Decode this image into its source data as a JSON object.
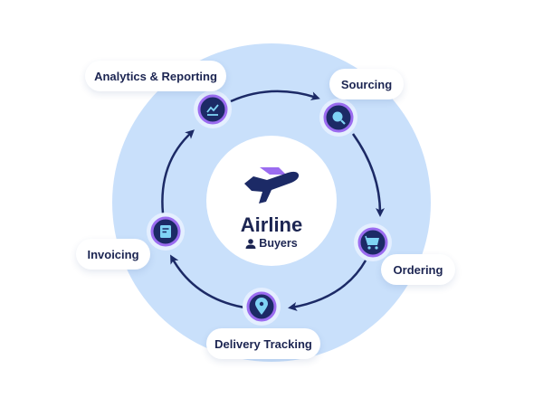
{
  "center": {
    "title": "Airline",
    "subtitle": "Buyers",
    "icon": "airplane-icon",
    "subtitle_icon": "person-icon"
  },
  "steps": [
    {
      "label": "Analytics & Reporting",
      "icon": "line-chart-icon"
    },
    {
      "label": "Sourcing",
      "icon": "search-icon"
    },
    {
      "label": "Ordering",
      "icon": "shopping-cart-icon"
    },
    {
      "label": "Delivery Tracking",
      "icon": "location-pin-icon"
    },
    {
      "label": "Invoicing",
      "icon": "invoice-icon"
    }
  ],
  "colors": {
    "outer_ring": "#c9e0fb",
    "inner_circle": "#ffffff",
    "node_fill": "#1c2a66",
    "node_border": "#9b6cf0",
    "node_halo": "#e4efff",
    "icon": "#7fd3f5",
    "arrow": "#1c2a66",
    "text": "#1c2552",
    "accent_purple": "#9b6cf0"
  }
}
